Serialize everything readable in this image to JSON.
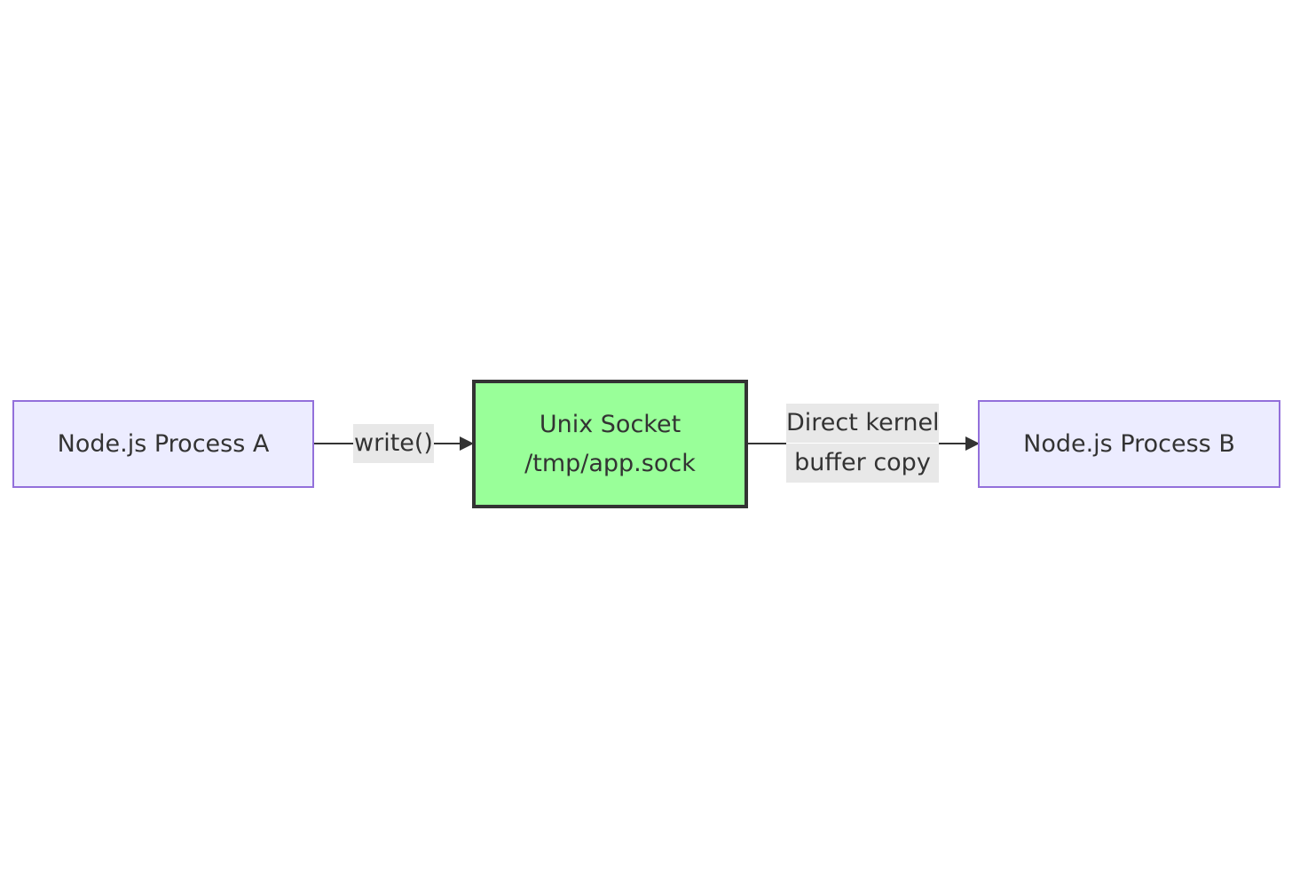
{
  "diagram": {
    "nodes": {
      "process_a": {
        "label": "Node.js Process A"
      },
      "socket": {
        "line1": "Unix Socket",
        "line2": "/tmp/app.sock"
      },
      "process_b": {
        "label": "Node.js Process B"
      }
    },
    "edges": {
      "a_to_socket": {
        "label": "write()"
      },
      "socket_to_b": {
        "line1": "Direct kernel",
        "line2": "buffer copy"
      }
    },
    "colors": {
      "node_fill": "#ececff",
      "node_border": "#9370db",
      "socket_fill": "#99ff99",
      "socket_border": "#333333",
      "edge": "#333333",
      "label_bg": "#e8e8e8"
    }
  }
}
